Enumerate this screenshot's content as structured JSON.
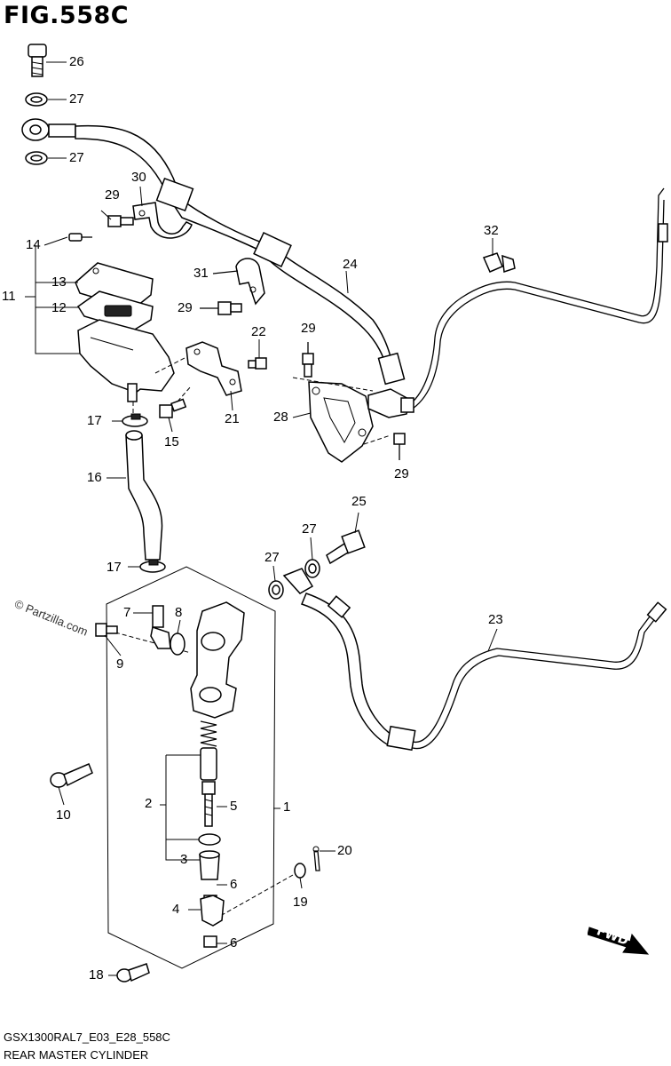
{
  "figure": {
    "title": "FIG.558C",
    "model_code": "GSX1300RAL7_E03_E28_558C",
    "caption": "REAR MASTER CYLINDER",
    "watermark": "© Partzilla.com",
    "fwd_label": "FWD"
  },
  "callouts": [
    {
      "id": "c26a",
      "label": "26"
    },
    {
      "id": "c27a",
      "label": "27"
    },
    {
      "id": "c27b",
      "label": "27"
    },
    {
      "id": "c29a",
      "label": "29"
    },
    {
      "id": "c30",
      "label": "30"
    },
    {
      "id": "c14",
      "label": "14"
    },
    {
      "id": "c13",
      "label": "13"
    },
    {
      "id": "c11",
      "label": "11"
    },
    {
      "id": "c12",
      "label": "12"
    },
    {
      "id": "c31",
      "label": "31"
    },
    {
      "id": "c29b",
      "label": "29"
    },
    {
      "id": "c24",
      "label": "24"
    },
    {
      "id": "c32",
      "label": "32"
    },
    {
      "id": "c22",
      "label": "22"
    },
    {
      "id": "c29c",
      "label": "29"
    },
    {
      "id": "c17a",
      "label": "17"
    },
    {
      "id": "c15",
      "label": "15"
    },
    {
      "id": "c21",
      "label": "21"
    },
    {
      "id": "c28",
      "label": "28"
    },
    {
      "id": "c29d",
      "label": "29"
    },
    {
      "id": "c16",
      "label": "16"
    },
    {
      "id": "c25",
      "label": "25"
    },
    {
      "id": "c27c",
      "label": "27"
    },
    {
      "id": "c27d",
      "label": "27"
    },
    {
      "id": "c17b",
      "label": "17"
    },
    {
      "id": "c7",
      "label": "7"
    },
    {
      "id": "c8",
      "label": "8"
    },
    {
      "id": "c9",
      "label": "9"
    },
    {
      "id": "c23",
      "label": "23"
    },
    {
      "id": "c2",
      "label": "2"
    },
    {
      "id": "c5",
      "label": "5"
    },
    {
      "id": "c1",
      "label": "1"
    },
    {
      "id": "c10",
      "label": "10"
    },
    {
      "id": "c3",
      "label": "3"
    },
    {
      "id": "c20",
      "label": "20"
    },
    {
      "id": "c6a",
      "label": "6"
    },
    {
      "id": "c19",
      "label": "19"
    },
    {
      "id": "c4",
      "label": "4"
    },
    {
      "id": "c6b",
      "label": "6"
    },
    {
      "id": "c18",
      "label": "18"
    }
  ]
}
